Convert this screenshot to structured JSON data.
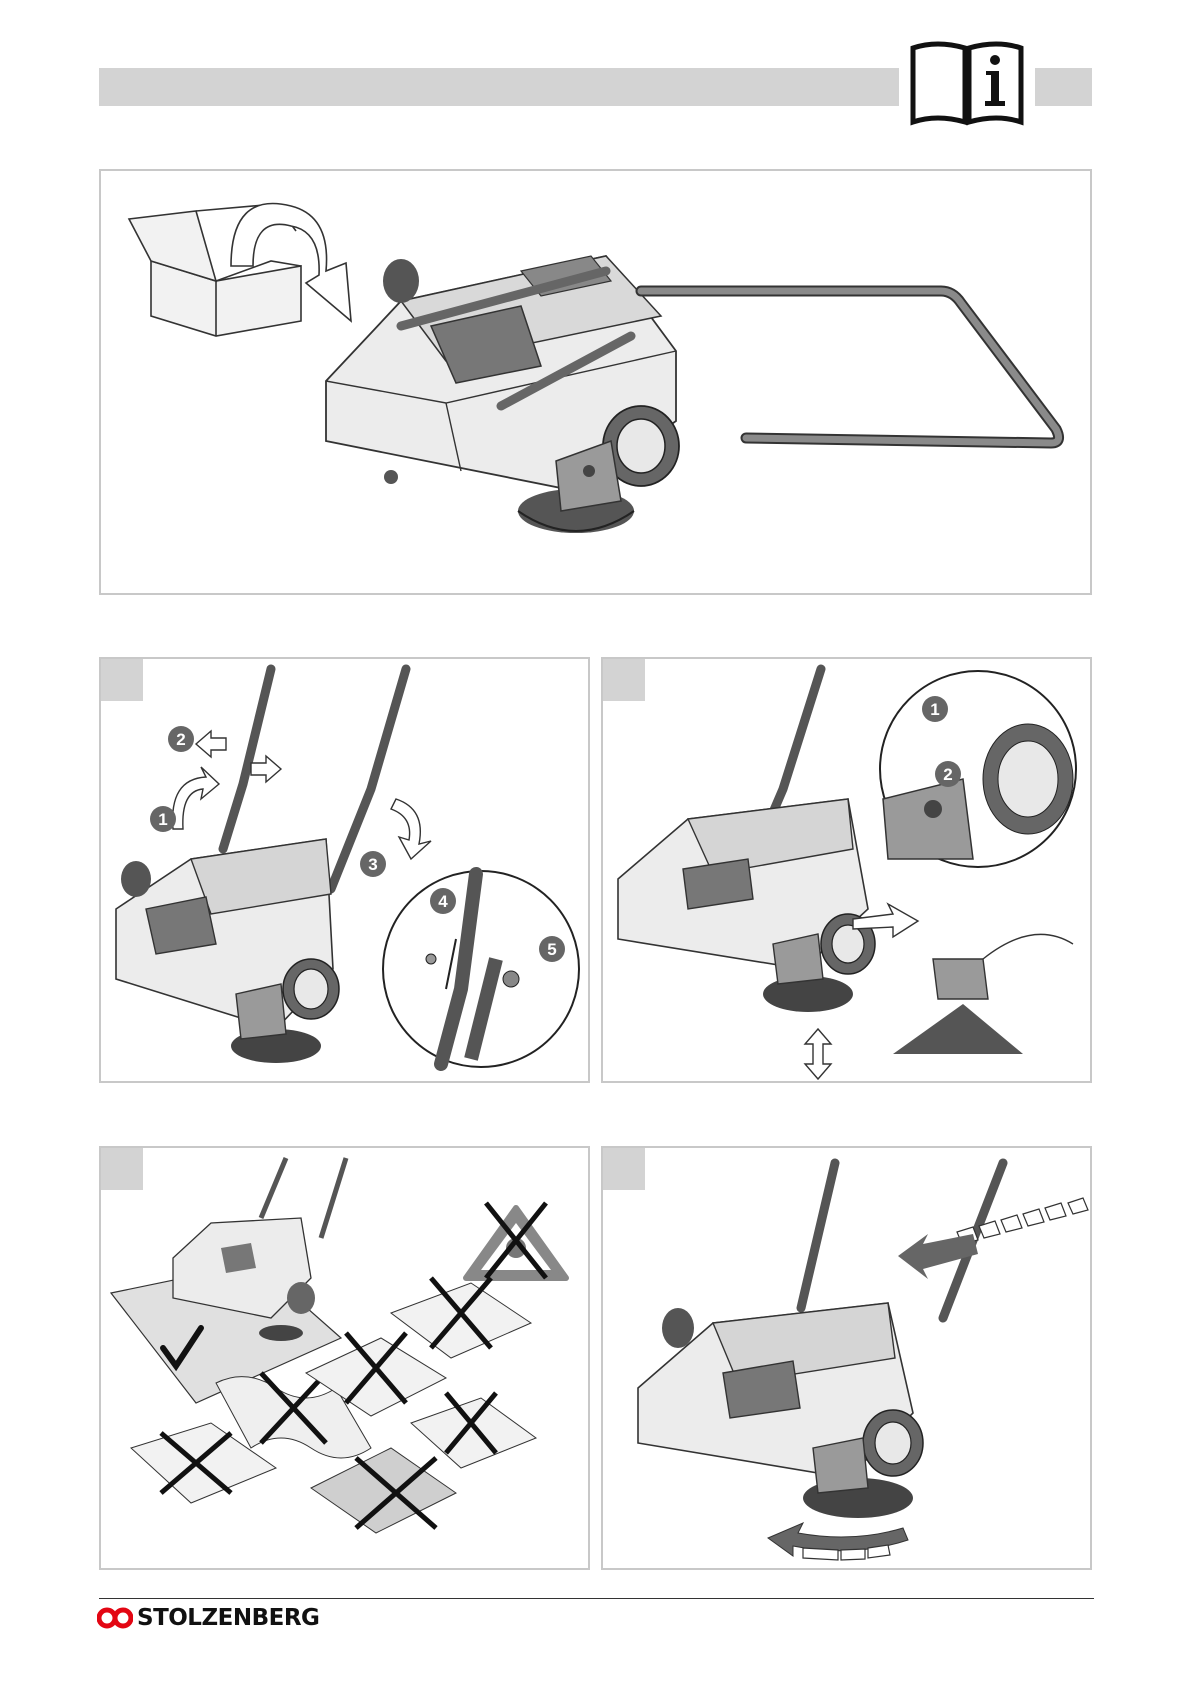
{
  "brand": {
    "name": "STOLZENBERG",
    "logo_color": "#e30613"
  },
  "colors": {
    "header_bar": "#d3d3d3",
    "panel_border": "#c8c8c8",
    "machine_dark": "#7a7a7a",
    "machine_light": "#ededed",
    "prohibit": "#111111"
  },
  "icons": {
    "header": "manual-info-icon"
  },
  "panels": [
    {
      "id": "unboxing",
      "tab": false
    },
    {
      "id": "handle-assembly",
      "tab": true,
      "callouts": [
        "2",
        "1",
        "3",
        "4",
        "5"
      ]
    },
    {
      "id": "brush-adjustment",
      "tab": true,
      "callouts": [
        "1",
        "2"
      ]
    },
    {
      "id": "surface-suitability",
      "tab": true
    },
    {
      "id": "sweeping-operation",
      "tab": true
    }
  ]
}
